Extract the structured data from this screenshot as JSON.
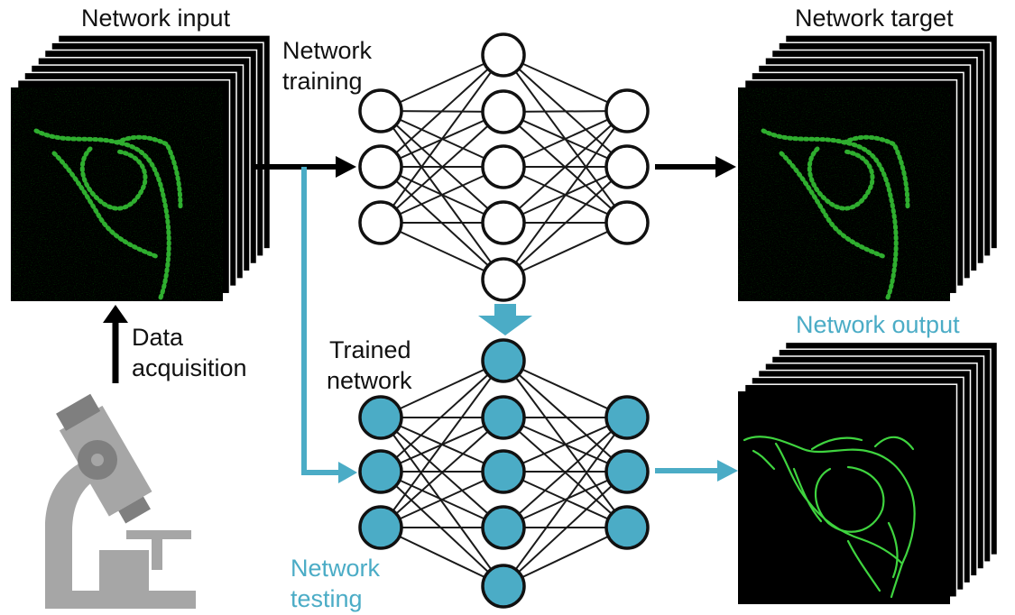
{
  "labels": {
    "network_input": "Network input",
    "network_training_line1": "Network",
    "network_training_line2": "training",
    "network_target": "Network target",
    "network_output": "Network output",
    "data_acquisition_line1": "Data",
    "data_acquisition_line2": "acquisition",
    "trained_network_line1": "Trained",
    "trained_network_line2": "network",
    "network_testing_line1": "Network",
    "network_testing_line2": "testing"
  },
  "colors": {
    "black": "#000000",
    "teal": "#4bacc6",
    "microscope_gray": "#a6a6a6",
    "microscope_dark": "#7f7f7f",
    "image_background": "#000000",
    "noisy_signal": "#2fae2f",
    "clean_signal": "#3fd43f"
  },
  "icons": {
    "microscope": "microscope-icon",
    "arrow": "arrow-icon"
  },
  "networks": [
    {
      "name": "untrained",
      "layers": [
        3,
        5,
        3
      ],
      "fill": "#ffffff"
    },
    {
      "name": "trained",
      "layers": [
        3,
        5,
        3
      ],
      "fill": "#4bacc6"
    }
  ]
}
